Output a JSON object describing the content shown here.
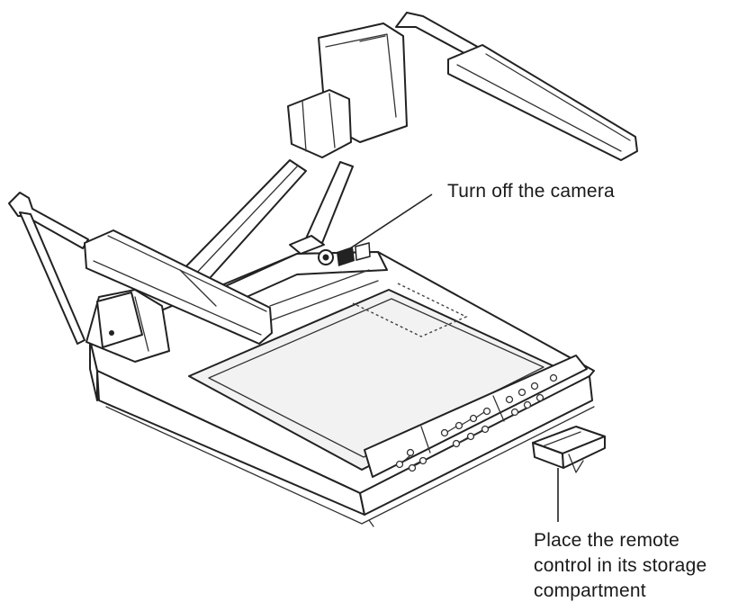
{
  "callouts": {
    "camera": {
      "text": "Turn off the camera"
    },
    "remote": {
      "lines": [
        "Place the remote",
        "control in its storage",
        "compartment"
      ]
    }
  },
  "icons": [
    "document-camera-illustration",
    "remote-control-compartment-icon",
    "power-button-icon"
  ],
  "colors": {
    "line": "#222222",
    "background": "#ffffff"
  }
}
